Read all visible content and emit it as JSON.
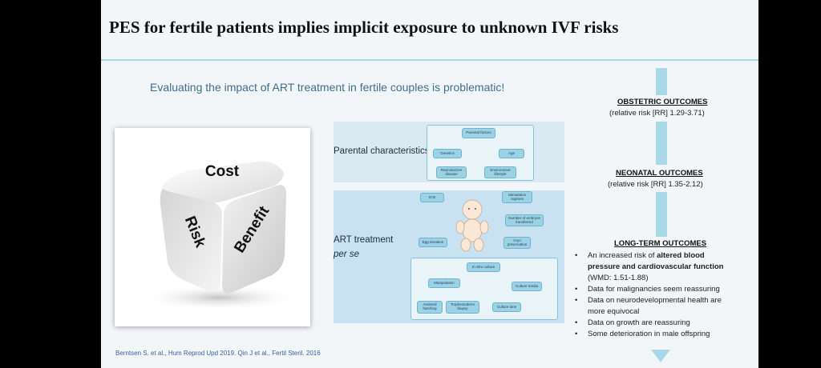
{
  "slide": {
    "title": "PES for fertile patients implies implicit exposure to unknown IVF risks",
    "subtitle": "Evaluating the impact of ART treatment in fertile couples is problematic!",
    "citation": "Berntsen S. et al., Hum Reprod Upd 2019. Qin J et al., Fertil Steril. 2016"
  },
  "dice": {
    "top_word": "Cost",
    "left_word": "Risk",
    "right_word": "Benefit"
  },
  "diagram": {
    "parental_label": "Parental characteristics",
    "art_label_line1": "ART treatment",
    "art_label_line2": "per se",
    "nodes": {
      "parental_factors": "Parental factors",
      "genetics": "Genetics",
      "age": "Age",
      "reproductive_disease": "Reproductive disease",
      "environment_lifestyle": "Environment lifestyle",
      "icsi": "ICSI",
      "stimulation_regimes": "Stimulation regimes",
      "number_embryos": "Number of embryos transferred",
      "egg_donation": "Egg donation",
      "cryo": "Cryo preservation",
      "in_vitro_culture": "In vitro culture",
      "manipulation": "Manipulation",
      "culture_media": "Culture media",
      "assisted_hatching": "Assisted hatching",
      "trophectoderm_biopsy": "Trophectoderm biopsy",
      "culture_time": "Culture time"
    }
  },
  "outcomes": {
    "obstetric": {
      "heading": "OBSTETRIC OUTCOMES",
      "detail": "(relative risk [RR] 1.29-3.71)"
    },
    "neonatal": {
      "heading": "NEONATAL OUTCOMES",
      "detail": "(relative risk [RR] 1.35-2.12)"
    },
    "long_term": {
      "heading": "LONG-TERM OUTCOMES",
      "item1_pre": "An increased risk of ",
      "item1_bold1": "altered blood",
      "item1_bold2": "pressure and cardiovascular function",
      "item1_post": "(WMD: 1.51-1.88)",
      "item2": "Data for malignancies seem reassuring",
      "item3_line1": "Data on neurodevelopmental health are",
      "item3_line2": "more equivocal",
      "item4": "Data on growth are reassuring",
      "item5": "Some deterioration in male offspring"
    }
  },
  "colors": {
    "slide_bg": "#f3f6f9",
    "accent_light_blue": "#a9d9e6",
    "subtitle_blue": "#3c6f8c",
    "citation_blue": "#3a5fa0"
  }
}
